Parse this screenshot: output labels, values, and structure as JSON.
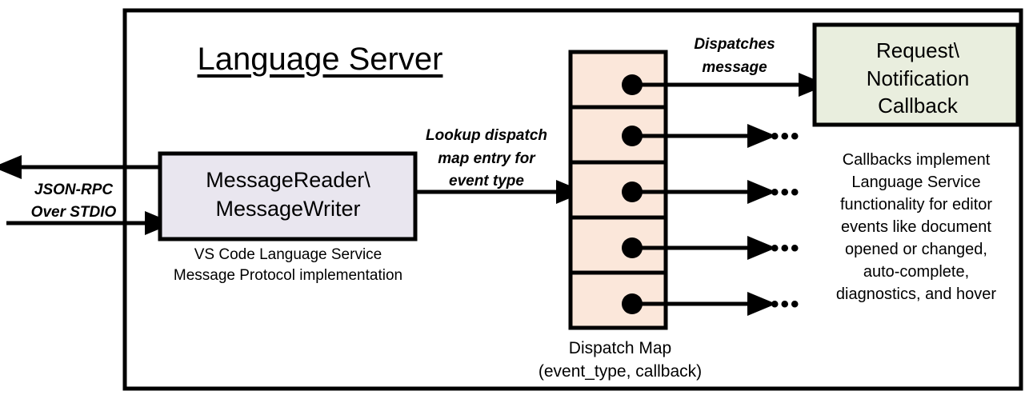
{
  "diagram": {
    "title": "Language Server",
    "outer_border_color": "#000000",
    "boxes": {
      "message_io": {
        "label": "MessageReader\\\nMessageWriter",
        "caption": "VS Code Language Service\nMessage Protocol implementation",
        "fill": "#e9e6ef",
        "stroke": "#000000"
      },
      "dispatch_map": {
        "caption": "Dispatch Map\n(event_type, callback)",
        "fill": "#fbe7da",
        "stroke": "#000000",
        "rows": 5,
        "row_markers": [
          "callback-dot",
          "callback-dot",
          "callback-dot",
          "callback-dot",
          "callback-dot"
        ]
      },
      "callback": {
        "label": "Request\\\nNotification\nCallback",
        "caption": "Callbacks implement\nLanguage Service\nfunctionality for editor\nevents like document\nopened or changed,\nauto-complete,\ndiagnostics, and hover",
        "fill": "#e9eede",
        "stroke": "#000000"
      }
    },
    "edge_labels": {
      "transport": "JSON-RPC\nOver STDIO",
      "lookup": "Lookup dispatch\nmap entry for\nevent type",
      "dispatch": "Dispatches\nmessage"
    },
    "ellipses": [
      "•••",
      "•••",
      "•••",
      "•••"
    ]
  }
}
